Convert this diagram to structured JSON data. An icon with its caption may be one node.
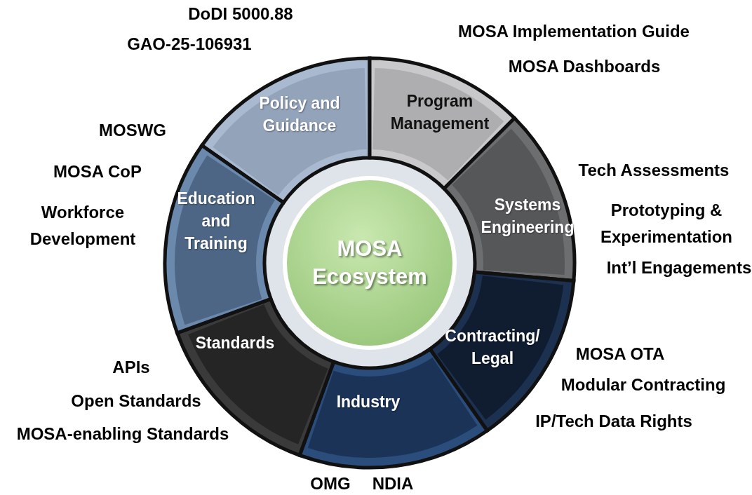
{
  "diagram": {
    "nodes": [
      {
        "text": [
          "MOSA Ecosystem"
        ]
      },
      {
        "text": [
          "Policy and Guidance"
        ],
        "beside": [
          "DoDI 5000.88",
          "GAO-25-106931"
        ]
      },
      {
        "text": [
          "Program Management"
        ],
        "beside": [
          "MOSA Implementation Guide",
          "MOSA Dashboards"
        ]
      },
      {
        "text": [
          "Systems Engineering"
        ],
        "beside": [
          "Tech Assessments",
          "Prototyping & Experimentation",
          "Int’l Engagements"
        ]
      },
      {
        "text": [
          "Contracting/ Legal"
        ],
        "beside": [
          "MOSA OTA",
          "Modular Contracting",
          "IP/Tech Data Rights"
        ]
      },
      {
        "text": [
          "Industry"
        ],
        "beside": [
          "OMG",
          "NDIA"
        ]
      },
      {
        "text": [
          "Standards"
        ],
        "beside": [
          "APIs",
          "Open Standards",
          "MOSA-enabling Standards"
        ]
      },
      {
        "text": [
          "Education and Training"
        ],
        "beside": [
          "MOSWG",
          "MOSA CoP",
          "Workforce Development"
        ]
      }
    ]
  }
}
